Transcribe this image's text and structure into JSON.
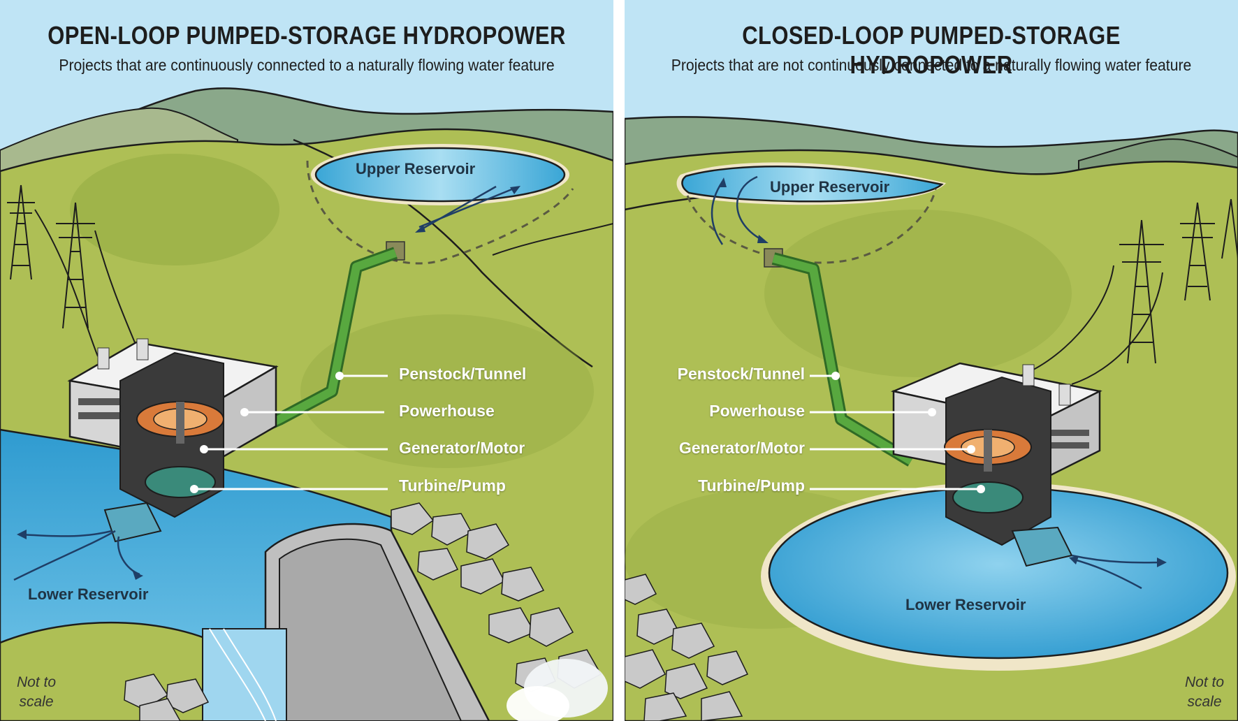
{
  "open_loop": {
    "title": "OPEN-LOOP PUMPED-STORAGE HYDROPOWER",
    "subtitle": "Projects that are continuously connected to a naturally flowing water feature",
    "upper_reservoir": "Upper Reservoir",
    "lower_reservoir": "Lower Reservoir",
    "labels": {
      "penstock": "Penstock/Tunnel",
      "powerhouse": "Powerhouse",
      "generator": "Generator/Motor",
      "turbine": "Turbine/Pump"
    },
    "note_line1": "Not to",
    "note_line2": "scale"
  },
  "closed_loop": {
    "title": "CLOSED-LOOP PUMPED-STORAGE HYDROPOWER",
    "subtitle": "Projects that are not continuously connected to a naturally flowing water feature",
    "upper_reservoir": "Upper Reservoir",
    "lower_reservoir": "Lower Reservoir",
    "labels": {
      "penstock": "Penstock/Tunnel",
      "powerhouse": "Powerhouse",
      "generator": "Generator/Motor",
      "turbine": "Turbine/Pump"
    },
    "note_line1": "Not to",
    "note_line2": "scale"
  },
  "colors": {
    "sky": "#bfe4f5",
    "hill": "#aebf55",
    "hill_dark": "#8fa63e",
    "far_hill": "#8aa88a",
    "water": "#3fa7d6",
    "water_light": "#7fcbe9",
    "penstock": "#4f9a3a",
    "label_text": "#ffffff"
  }
}
